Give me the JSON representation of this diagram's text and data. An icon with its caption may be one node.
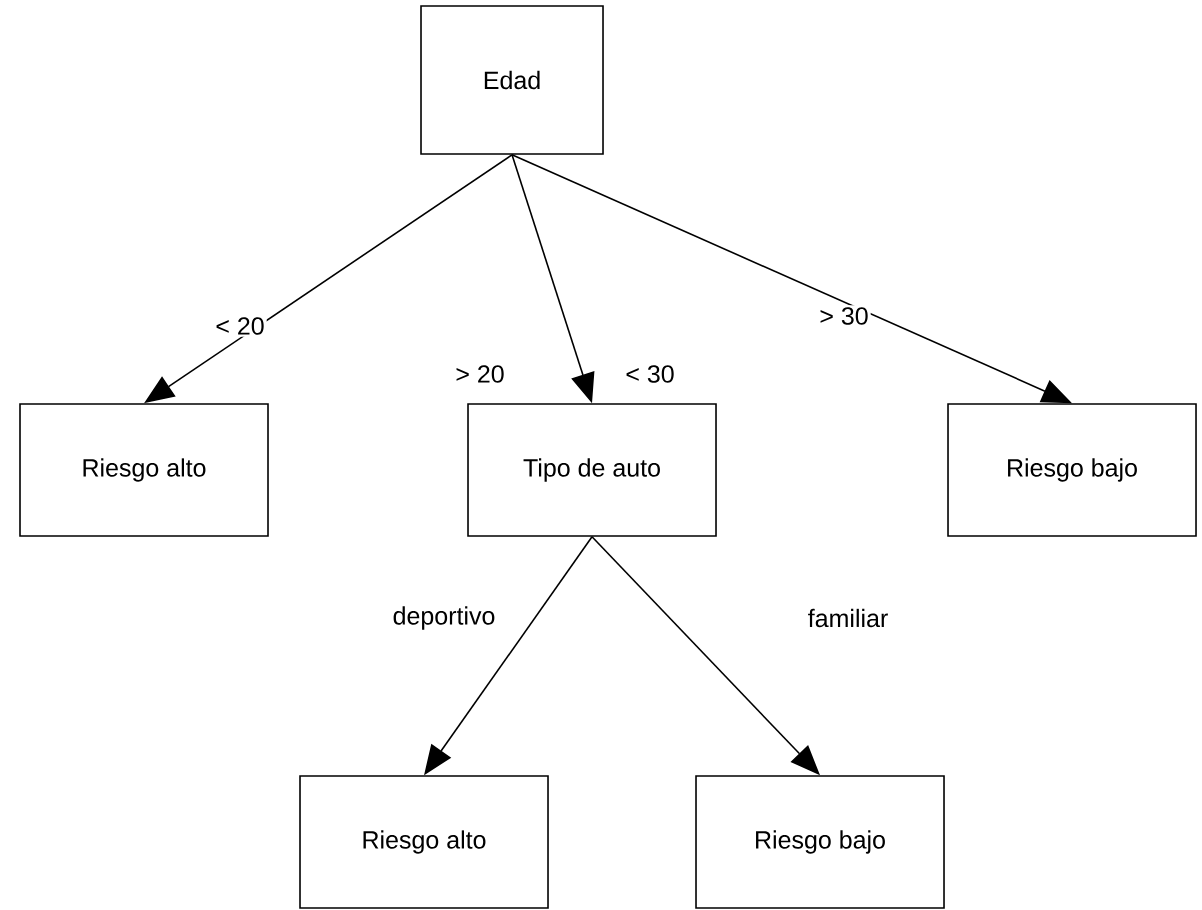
{
  "diagram": {
    "nodes": [
      {
        "text": [
          "Edad"
        ]
      },
      {
        "text": [
          "Riesgo alto"
        ]
      },
      {
        "text": [
          "Tipo de auto"
        ]
      },
      {
        "text": [
          "Riesgo bajo"
        ]
      },
      {
        "text": [
          "Riesgo alto"
        ]
      },
      {
        "text": [
          "Riesgo bajo"
        ]
      }
    ],
    "edges": [
      {
        "from": 0,
        "to": 1,
        "arrow": "to",
        "label": "< 20"
      },
      {
        "from": 0,
        "to": 2,
        "arrow": "to",
        "label": "> 20"
      },
      {
        "from": 0,
        "to": 3,
        "arrow": "to",
        "label": "> 30"
      },
      {
        "from": 2,
        "to": 4,
        "arrow": "to",
        "label": "deportivo"
      },
      {
        "from": 2,
        "to": 5,
        "arrow": "to",
        "label": "familiar"
      }
    ],
    "labels": [
      "< 30"
    ]
  }
}
